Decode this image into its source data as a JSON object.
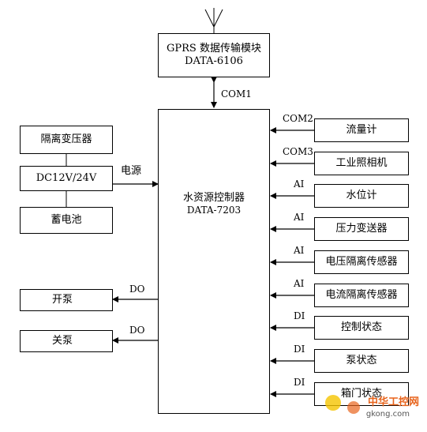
{
  "gprs_module": {
    "line1": "GPRS 数据传输模块",
    "line2": "DATA-6106"
  },
  "controller": {
    "line1": "水资源控制器",
    "line2": "DATA-7203"
  },
  "com1_label": "COM1",
  "power": {
    "transformer": "隔离变压器",
    "dc": "DC12V/24V",
    "battery": "蓄电池",
    "label": "电源"
  },
  "outputs": [
    {
      "name": "开泵",
      "signal": "DO"
    },
    {
      "name": "关泵",
      "signal": "DO"
    }
  ],
  "inputs": [
    {
      "name": "流量计",
      "signal": "COM2"
    },
    {
      "name": "工业照相机",
      "signal": "COM3"
    },
    {
      "name": "水位计",
      "signal": "AI"
    },
    {
      "name": "压力变送器",
      "signal": "AI"
    },
    {
      "name": "电压隔离传感器",
      "signal": "AI"
    },
    {
      "name": "电流隔离传感器",
      "signal": "AI"
    },
    {
      "name": "控制状态",
      "signal": "DI"
    },
    {
      "name": "泵状态",
      "signal": "DI"
    },
    {
      "name": "箱门状态",
      "signal": "DI"
    }
  ],
  "watermark": {
    "brand": "中华工控网",
    "url": "gkong.com"
  },
  "colors": {
    "line": "#000000",
    "watermark_orange": "#e8641c",
    "watermark_yellow": "#f5c400"
  }
}
